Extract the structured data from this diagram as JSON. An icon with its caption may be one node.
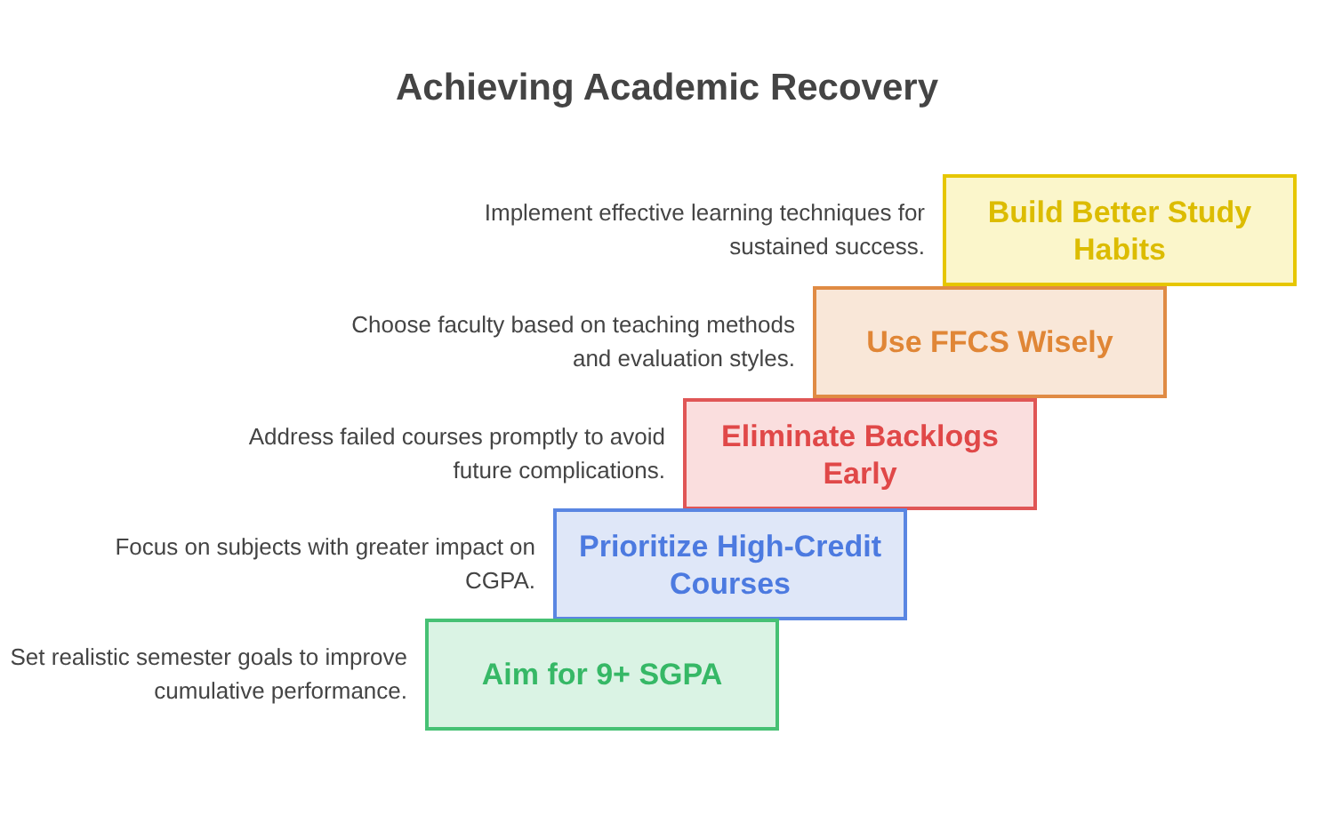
{
  "diagram": {
    "title": "Achieving Academic Recovery",
    "nodes": [
      {
        "text": [
          "Build Better Study Habits"
        ],
        "beside": [
          "Implement effective learning techniques for sustained success."
        ]
      },
      {
        "text": [
          "Use FFCS Wisely"
        ],
        "beside": [
          "Choose faculty based on teaching methods and evaluation styles."
        ]
      },
      {
        "text": [
          "Eliminate Backlogs Early"
        ],
        "beside": [
          "Address failed courses promptly to avoid future complications."
        ]
      },
      {
        "text": [
          "Prioritize High-Credit Courses"
        ],
        "beside": [
          "Focus on subjects with greater impact on CGPA."
        ]
      },
      {
        "text": [
          "Aim for 9+ SGPA"
        ],
        "beside": [
          "Set realistic semester goals to improve cumulative performance."
        ]
      }
    ],
    "edges": []
  }
}
